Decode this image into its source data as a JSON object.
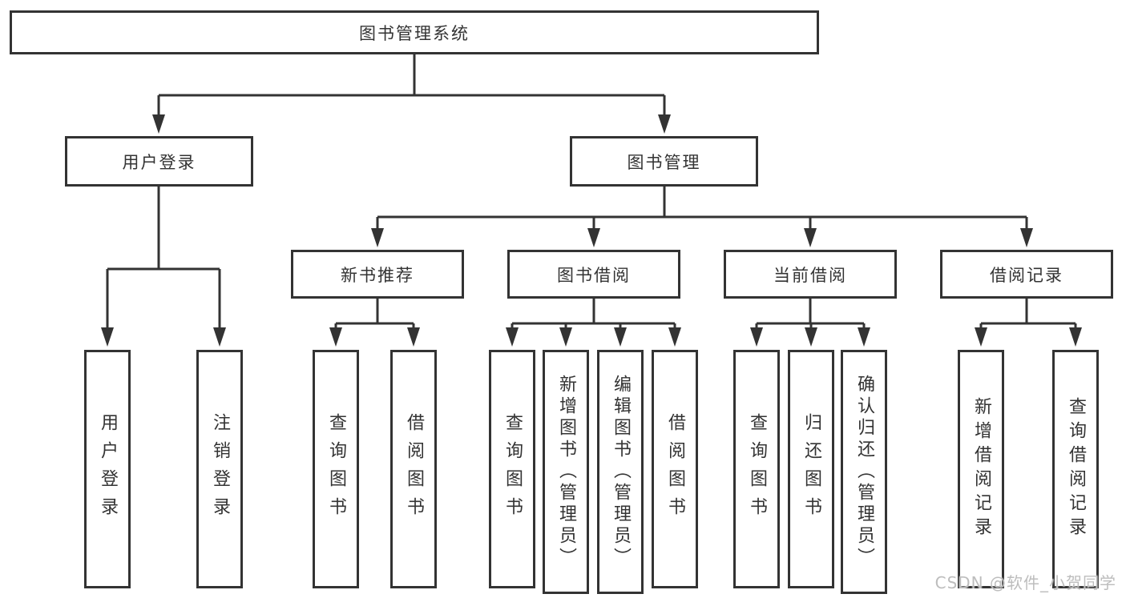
{
  "diagram_title": "图书管理系统",
  "tree": {
    "root": {
      "label": "图书管理系统"
    },
    "user_login": {
      "label": "用户登录",
      "children": {
        "login": {
          "label": "用户登录"
        },
        "logout": {
          "label": "注销登录"
        }
      }
    },
    "book_mgmt": {
      "label": "图书管理",
      "children": {
        "new_book_rec": {
          "label": "新书推荐",
          "children": {
            "query_book": {
              "label": "查询图书"
            },
            "borrow_book": {
              "label": "借阅图书"
            }
          }
        },
        "book_borrow": {
          "label": "图书借阅",
          "children": {
            "query_book": {
              "label": "查询图书"
            },
            "add_book_admin": {
              "label": "新增图书（管理员）"
            },
            "edit_book_admin": {
              "label": "编辑图书（管理员）"
            },
            "borrow_book": {
              "label": "借阅图书"
            }
          }
        },
        "current_borrow": {
          "label": "当前借阅",
          "children": {
            "query_book": {
              "label": "查询图书"
            },
            "return_book": {
              "label": "归还图书"
            },
            "confirm_return_admin": {
              "label": "确认归还（管理员）"
            }
          }
        },
        "borrow_record": {
          "label": "借阅记录",
          "children": {
            "add_record": {
              "label": "新增借阅记录"
            },
            "query_record": {
              "label": "查询借阅记录"
            }
          }
        }
      }
    }
  },
  "watermark": {
    "text": "CSDN @软件_小贺同学"
  },
  "colors": {
    "line": "#333333",
    "box_border": "#333333",
    "text": "#333333",
    "watermark": "#bdbdbd",
    "background": "#ffffff"
  }
}
